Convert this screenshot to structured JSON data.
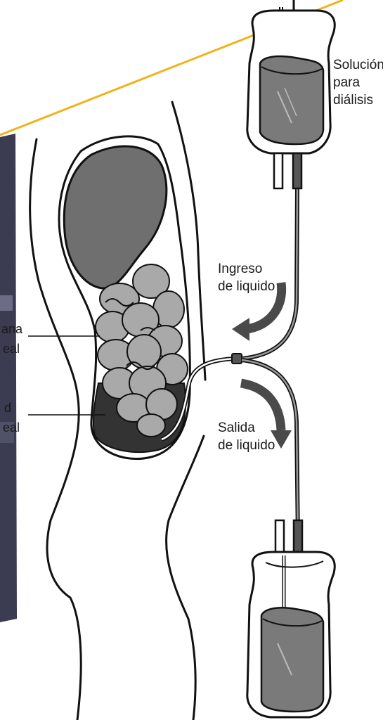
{
  "labels": {
    "solution_line1": "Solución",
    "solution_line2": "para",
    "solution_line3": "diálisis",
    "inflow_line1": "Ingreso",
    "inflow_line2": "de liquido",
    "outflow_line1": "Salida",
    "outflow_line2": "de liquido",
    "membrane_line1": "ana",
    "membrane_line2": "eal",
    "cavity_line1": "d",
    "cavity_line2": "eal"
  },
  "colors": {
    "outline": "#111111",
    "organ_fill": "#6f6f6f",
    "intestine_fill": "#a9a9a9",
    "fluid_fill": "#333333",
    "bag_fill": "#7a7a7a",
    "accent_line": "#f2b21c",
    "left_strip": "#3b3c52"
  },
  "icons": [
    "inflow-arrow-icon",
    "outflow-arrow-icon"
  ]
}
